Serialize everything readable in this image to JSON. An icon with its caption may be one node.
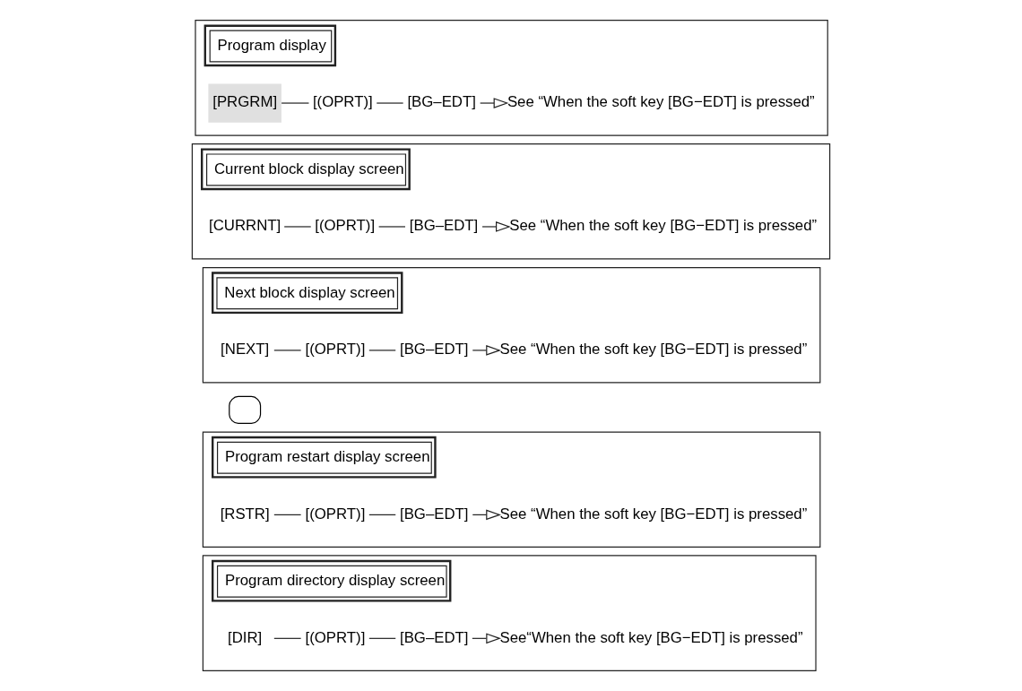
{
  "diagram": {
    "nodes": [
      {
        "text": [
          "Program display"
        ]
      },
      {
        "text": [
          "[PRGRM]"
        ],
        "in": 0
      },
      {
        "text": [
          "[(OPRT)]"
        ],
        "in": 0
      },
      {
        "text": [
          "[BG–EDT]"
        ],
        "in": 0
      },
      {
        "text": [
          "See “When the soft key [BG−EDT] is pressed”"
        ],
        "in": 0
      },
      {
        "text": [
          "Current block display screen"
        ]
      },
      {
        "text": [
          "[CURRNT]"
        ],
        "in": 5
      },
      {
        "text": [
          "[(OPRT)]"
        ],
        "in": 5
      },
      {
        "text": [
          "[BG–EDT]"
        ],
        "in": 5
      },
      {
        "text": [
          "See “When the soft key [BG−EDT] is pressed”"
        ],
        "in": 5
      },
      {
        "text": [
          "Next block display screen"
        ]
      },
      {
        "text": [
          "[NEXT]"
        ],
        "in": 10
      },
      {
        "text": [
          "[(OPRT)]"
        ],
        "in": 10
      },
      {
        "text": [
          "[BG–EDT]"
        ],
        "in": 10
      },
      {
        "text": [
          "See “When the soft key [BG−EDT] is pressed”"
        ],
        "in": 10
      },
      {
        "text": [],
        "shape": "box"
      },
      {
        "text": [
          "Program restart display screen"
        ]
      },
      {
        "text": [
          "[RSTR]"
        ],
        "in": 16
      },
      {
        "text": [
          "[(OPRT)]"
        ],
        "in": 16
      },
      {
        "text": [
          "[BG–EDT]"
        ],
        "in": 16
      },
      {
        "text": [
          "See “When the soft key [BG−EDT] is pressed”"
        ],
        "in": 16
      },
      {
        "text": [
          "Program directory display screen"
        ]
      },
      {
        "text": [
          "[DIR]"
        ],
        "in": 21
      },
      {
        "text": [
          "[(OPRT)]"
        ],
        "in": 21
      },
      {
        "text": [
          "[BG–EDT]"
        ],
        "in": 21
      },
      {
        "text": [
          "See“When the soft key [BG−EDT] is pressed”"
        ],
        "in": 21
      }
    ],
    "edges": [
      {
        "from": 1,
        "to": 2,
        "arrow": "none"
      },
      {
        "from": 2,
        "to": 3,
        "arrow": "none"
      },
      {
        "from": 3,
        "to": 4,
        "arrow": "to"
      },
      {
        "from": 6,
        "to": 7,
        "arrow": "none"
      },
      {
        "from": 7,
        "to": 8,
        "arrow": "none"
      },
      {
        "from": 8,
        "to": 9,
        "arrow": "to"
      },
      {
        "from": 11,
        "to": 12,
        "arrow": "none"
      },
      {
        "from": 12,
        "to": 13,
        "arrow": "none"
      },
      {
        "from": 13,
        "to": 14,
        "arrow": "to"
      },
      {
        "from": 17,
        "to": 18,
        "arrow": "none"
      },
      {
        "from": 18,
        "to": 19,
        "arrow": "none"
      },
      {
        "from": 19,
        "to": 20,
        "arrow": "to"
      },
      {
        "from": 22,
        "to": 23,
        "arrow": "none"
      },
      {
        "from": 23,
        "to": 24,
        "arrow": "none"
      },
      {
        "from": 24,
        "to": 25,
        "arrow": "to"
      }
    ]
  }
}
